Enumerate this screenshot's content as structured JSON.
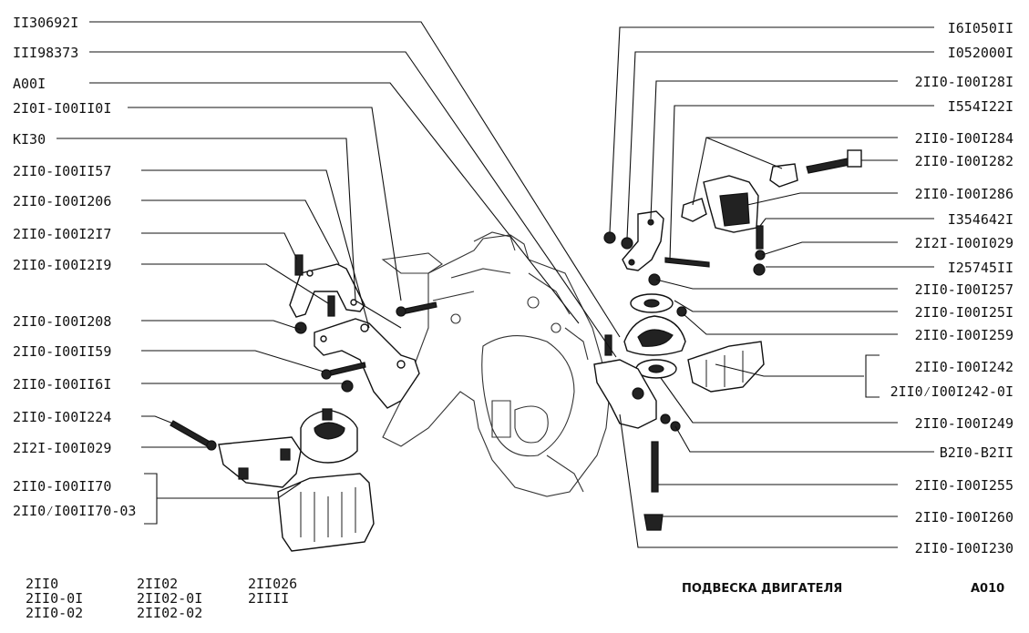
{
  "left_labels": [
    "II30692I",
    "III98373",
    "A00I",
    "2I0I-I00II0I",
    "KI30",
    "2II0-I00II57",
    "2II0-I00I206",
    "2II0-I00I2I7",
    "2II0-I00I2I9",
    "2II0-I00I208",
    "2II0-I00II59",
    "2II0-I00II6I",
    "2II0-I00I224",
    "2I2I-I00I029",
    "2II0-I00II70",
    "2II0⁄I00II70-03"
  ],
  "right_labels": [
    "I6I050II",
    "I052000I",
    "2II0-I00I28I",
    "I554I22I",
    "2II0-I00I284",
    "2II0-I00I282",
    "2II0-I00I286",
    "I354642I",
    "2I2I-I00I029",
    "I25745II",
    "2II0-I00I257",
    "2II0-I00I25I",
    "2II0-I00I259",
    "2II0-I00I242",
    "2II0⁄I00I242-0I",
    "2II0-I00I249",
    "B2I0-B2II",
    "2II0-I00I255",
    "2II0-I00I260",
    "2II0-I00I230"
  ],
  "models": [
    [
      "2II0",
      "2II0-0I",
      "2II0-02"
    ],
    [
      "2II02",
      "2II02-0I",
      "2II02-02"
    ],
    [
      "2II026",
      "2IIII"
    ]
  ],
  "page_title": "ПОДВЕСКА ДВИГАТЕЛЯ",
  "page_code": "A010"
}
